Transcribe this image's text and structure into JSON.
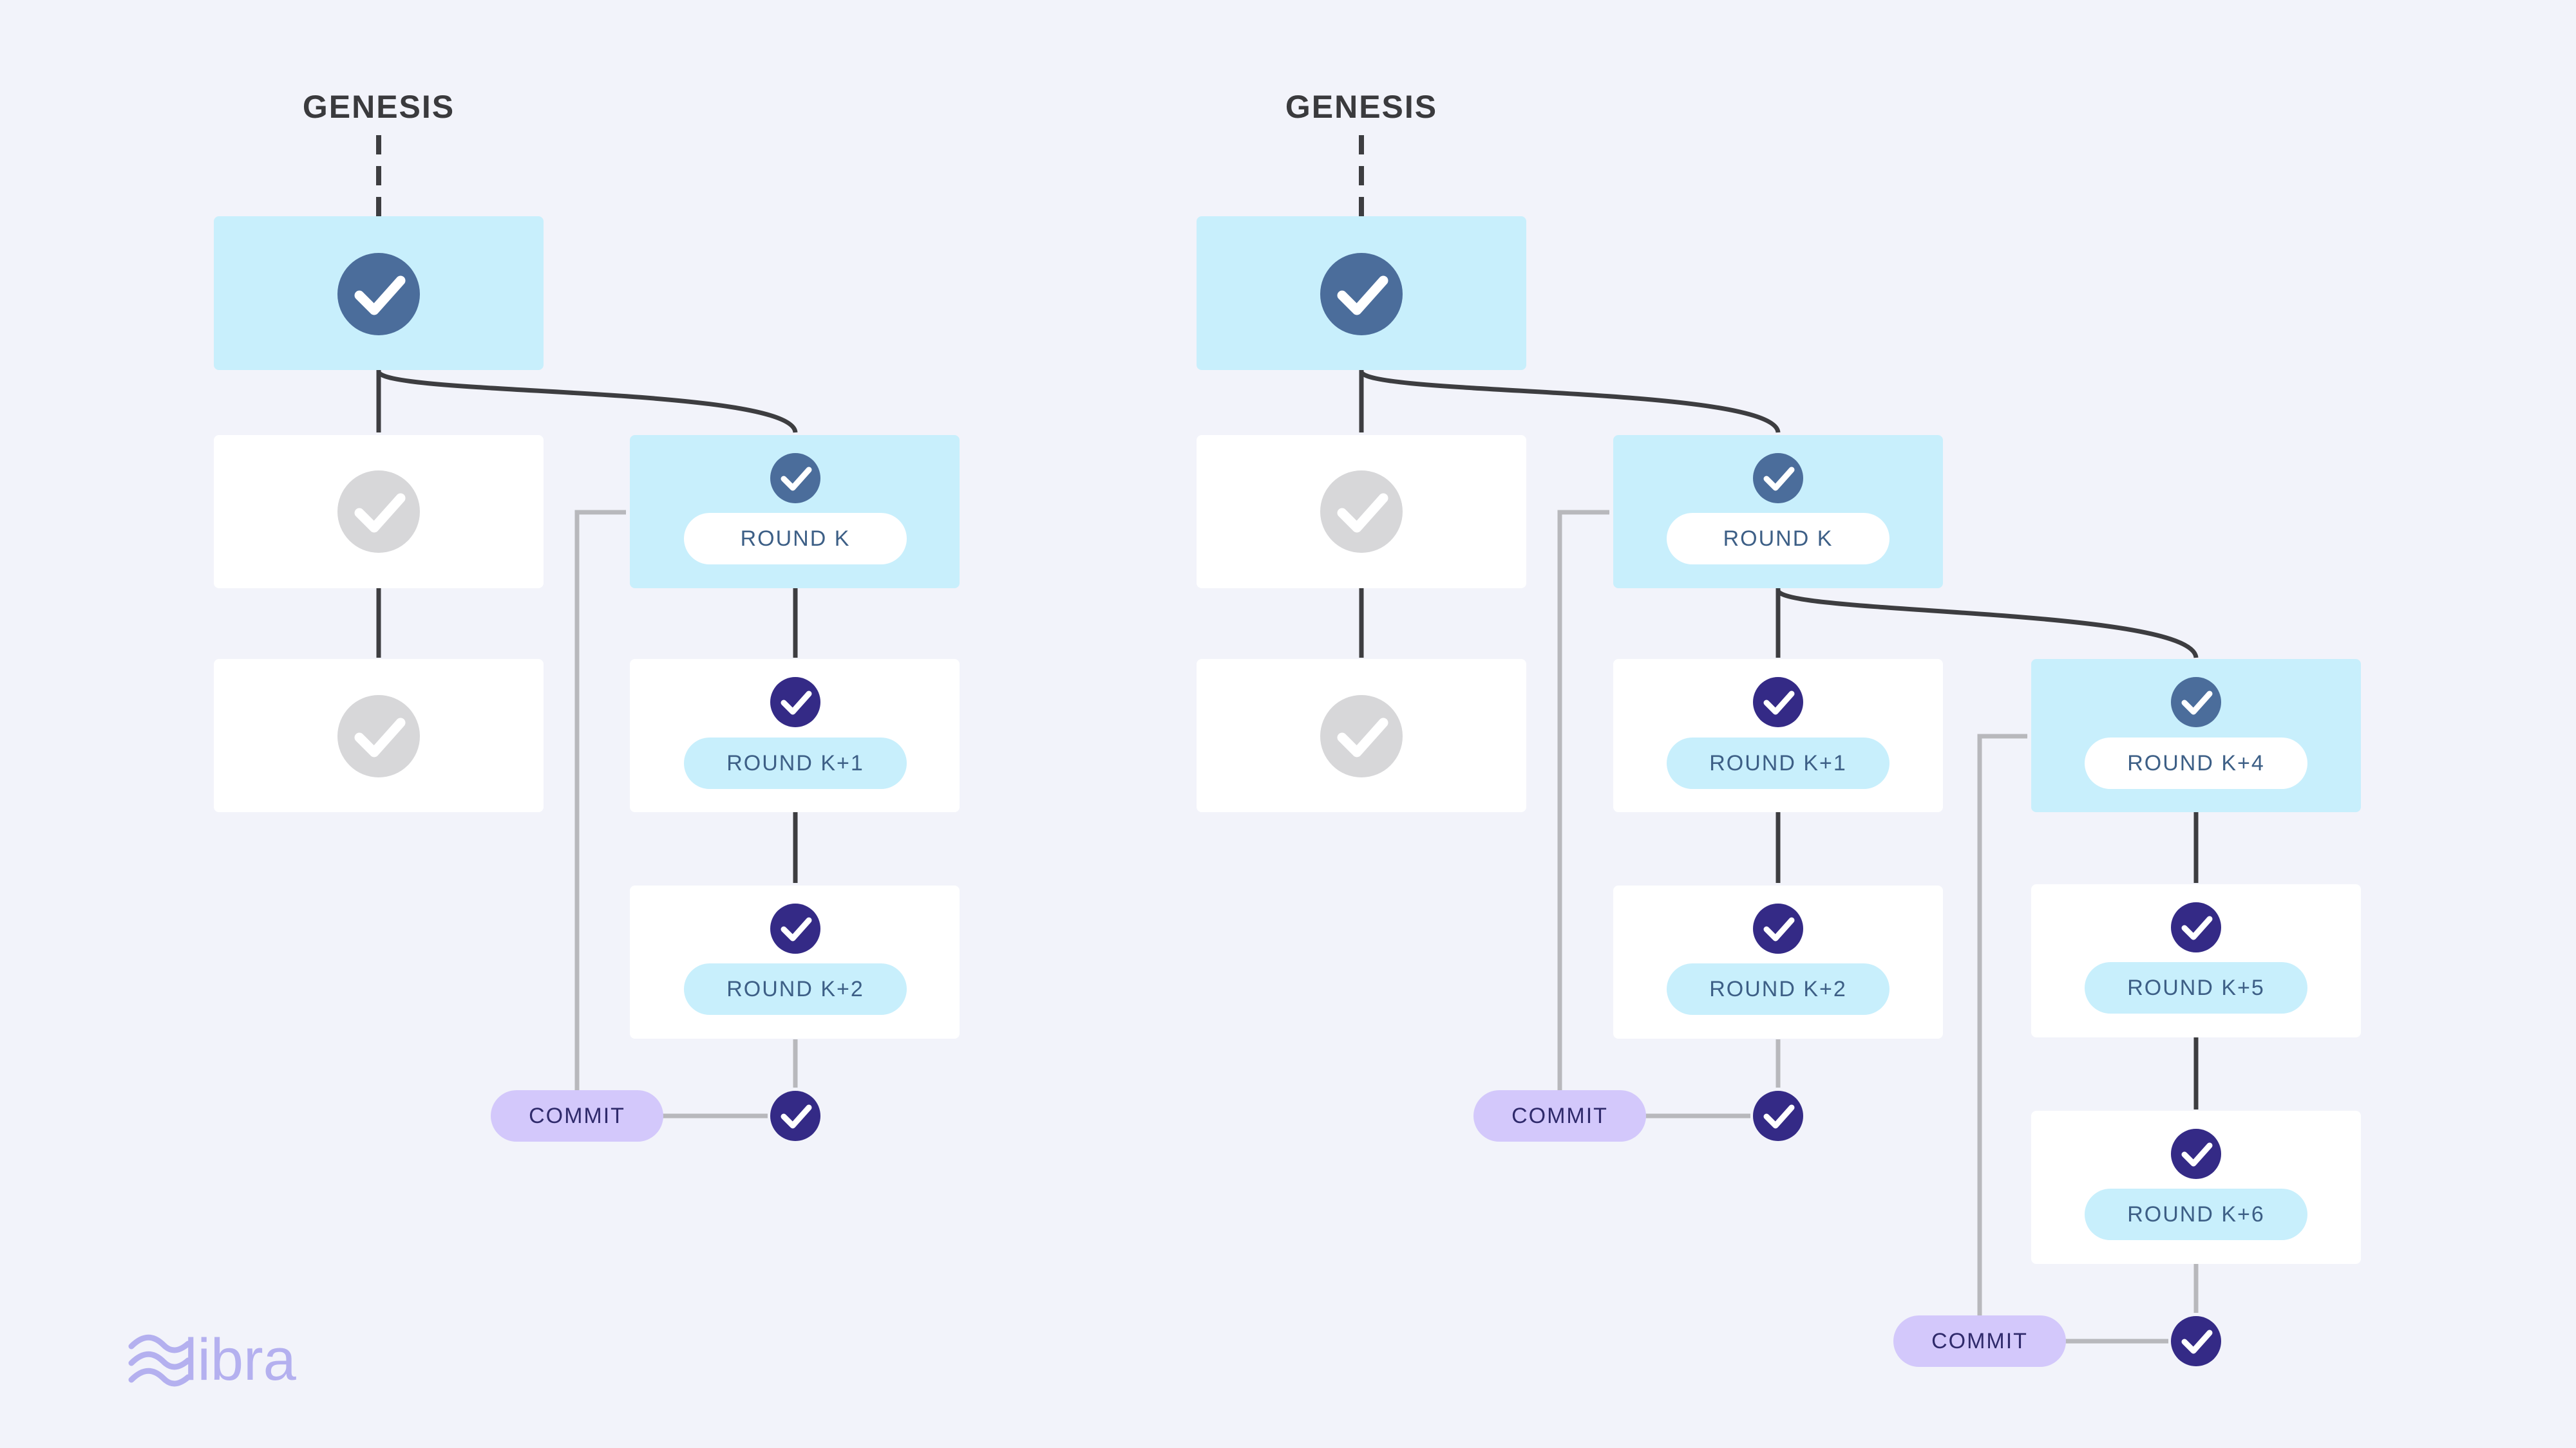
{
  "genesis_label": "GENESIS",
  "commit_label": "COMMIT",
  "logo_text": "libra",
  "colors": {
    "background": "#f2f3fa",
    "certified_block": "#c8effc",
    "plain_block": "#ffffff",
    "check_dark_blue": "#4b6d9b",
    "check_purple": "#342a86",
    "check_gray": "#d7d7d9",
    "pill_white": "#ffffff",
    "pill_blue": "#c8effc",
    "pill_text": "#3d5f86",
    "commit_pill": "#d3c8fb",
    "edge": "#3d3d40",
    "arrow": "#b8b8bc",
    "logo": "#b4b0ef"
  },
  "left_diagram": {
    "rounds": [
      "ROUND K",
      "ROUND K+1",
      "ROUND K+2"
    ]
  },
  "right_diagram": {
    "rounds_chain_1": [
      "ROUND K",
      "ROUND K+1",
      "ROUND K+2"
    ],
    "rounds_chain_2": [
      "ROUND K+4",
      "ROUND K+5",
      "ROUND K+6"
    ]
  }
}
